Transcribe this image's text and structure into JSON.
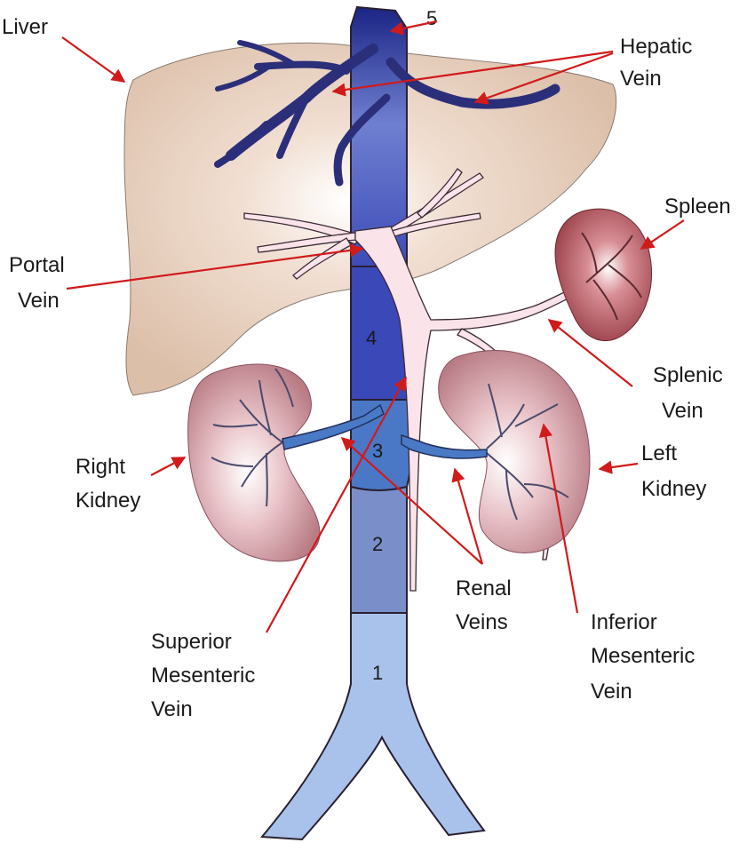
{
  "labels": {
    "liver": "Liver",
    "hepatic_vein": [
      "Hepatic",
      "Vein"
    ],
    "spleen": "Spleen",
    "portal_vein": [
      "Portal",
      "Vein"
    ],
    "splenic_vein": [
      "Splenic",
      "Vein"
    ],
    "right_kidney": [
      "Right",
      "Kidney"
    ],
    "left_kidney": [
      "Left",
      "Kidney"
    ],
    "renal_veins": [
      "Renal",
      "Veins"
    ],
    "superior_mesenteric_vein": [
      "Superior",
      "Mesenteric",
      "Vein"
    ],
    "inferior_mesenteric_vein": [
      "Inferior",
      "Mesenteric",
      "Vein"
    ]
  },
  "segments": {
    "s1": "1",
    "s2": "2",
    "s3": "3",
    "s4": "4",
    "s5": "5"
  },
  "colors": {
    "liver": "#e8cdb8",
    "spleen": "#b5565e",
    "kidney": "#d9a5ad",
    "portal": "#f7dbe2",
    "ivc_top": "#1c2a8a",
    "ivc_seg4": "#3f4fbd",
    "ivc_seg3": "#4a77c6",
    "ivc_seg2": "#7a8fca",
    "ivc_seg1": "#a9c2ec",
    "arrow": "#d11a1a"
  }
}
